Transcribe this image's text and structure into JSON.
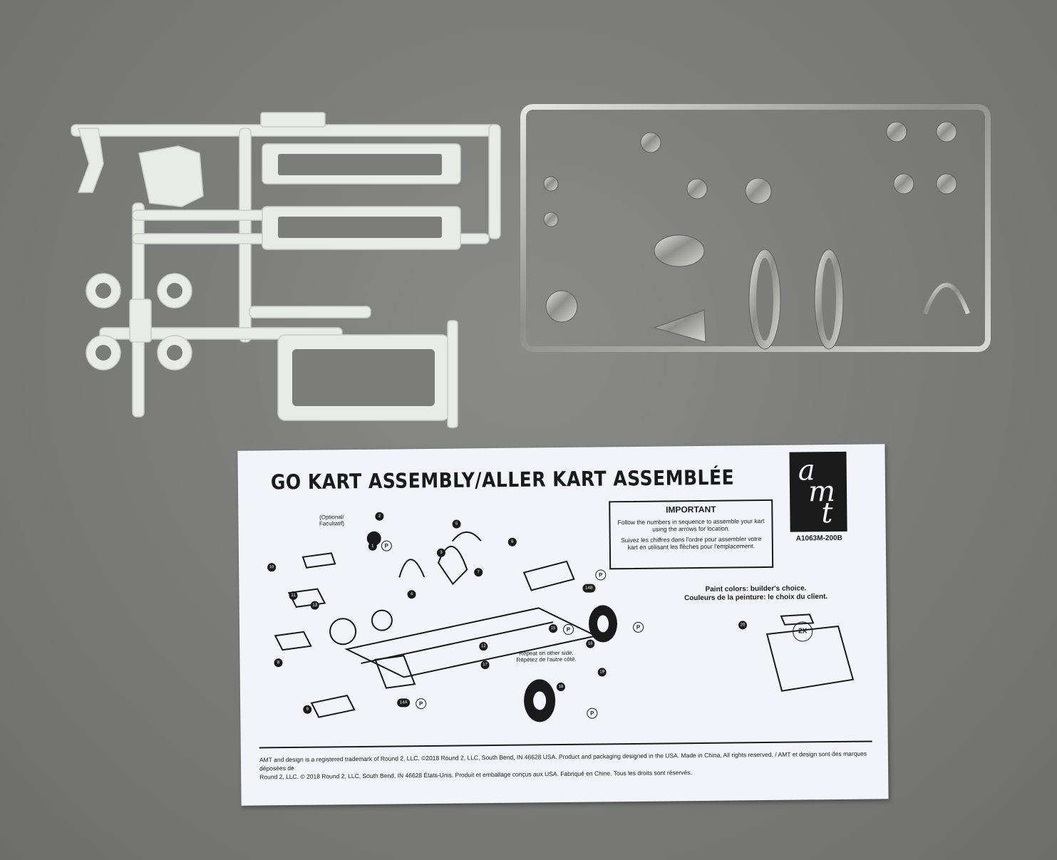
{
  "sheet": {
    "title": "GO KART ASSEMBLY/ALLER KART ASSEMBLÉE",
    "logo": {
      "letters": [
        "a",
        "m",
        "t"
      ],
      "registered": "®"
    },
    "part_code": "A1063M-200B",
    "important": {
      "heading": "IMPORTANT",
      "en": "Follow the numbers in sequence to assemble your kart using the arrows for location.",
      "fr": "Suivez les chiffres dans l'ordre pour assembler votre kart en utilisant les flèches pour l'emplacement."
    },
    "paint": {
      "en": "Paint colors: builder's choice.",
      "fr": "Couleurs de la peinture: le choix du client."
    },
    "optional": "(Optional/ Facultatif)",
    "repeat": "Repeat on other side. Répétez de l'autre côté.",
    "multiplier": "2X",
    "callouts": [
      "1",
      "2",
      "3",
      "4",
      "5",
      "6",
      "7",
      "8",
      "9",
      "10",
      "11",
      "12",
      "13",
      "14A",
      "14B",
      "15",
      "16",
      "17",
      "18",
      "19",
      "20"
    ],
    "paint_marker": "P",
    "footer": {
      "line1": "AMT and design is a registered trademark of Round 2, LLC. ©2018 Round 2, LLC, South Bend, IN 46628 USA.  Product and packaging designed in the USA. Made in China. All rights reserved. / AMT et design sont des marques déposées de",
      "line2": "Round 2, LLC. © 2018 Round 2, LLC, South Bend, IN 46628 États-Unis. Produit et emballage conçus aux USA. Fabriqué en Chine. Tous les droits sont réservés."
    }
  },
  "colors": {
    "background": "#7c7c7a",
    "white_plastic": "#e9ebe6",
    "chrome": "#b8b8b4",
    "sheet": "#f3f4fa",
    "ink": "#1a1a1a"
  }
}
